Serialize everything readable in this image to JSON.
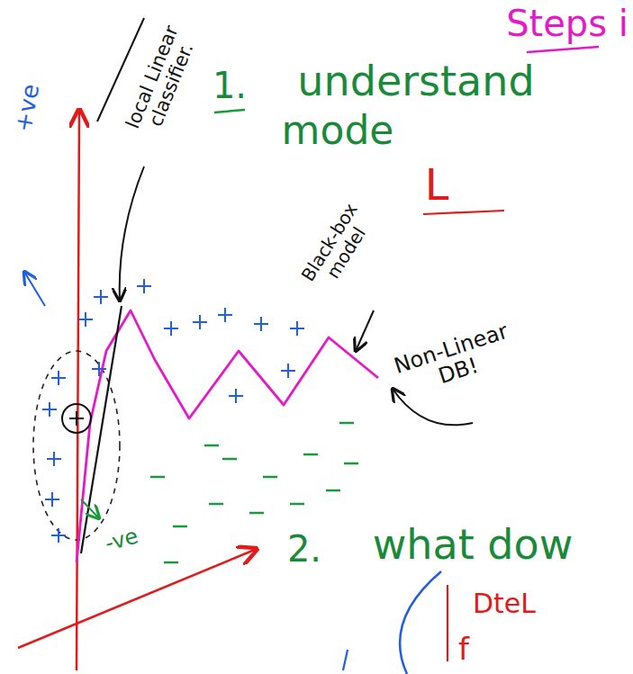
{
  "diagram": {
    "labels": [
      "Steps i",
      "1.",
      "understand",
      "mode",
      "L",
      "local Linear classifier.",
      "+ve",
      "Black-box model",
      "Non-Linear DB!",
      "-ve",
      "2.",
      "what dow",
      "DteL",
      "f"
    ]
  }
}
